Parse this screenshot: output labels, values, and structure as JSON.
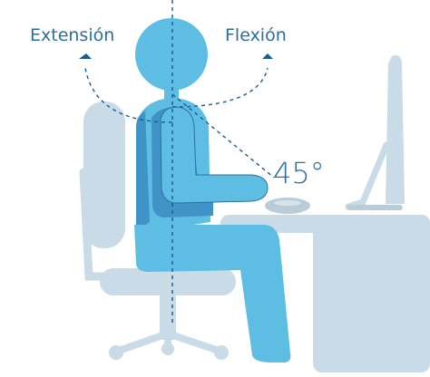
{
  "labels": {
    "extension": "Extensión",
    "flexion": "Flexión",
    "angle": "45°"
  },
  "colors": {
    "figure": "#5dbde3",
    "figure_shadow": "#3f93c6",
    "furniture": "#c8dbe6",
    "furniture_dark": "#b9ccd8",
    "guide_line": "#1e5b8e",
    "label_text": "#2b6f9e",
    "background": "#ffffff"
  },
  "icons": [
    "extension-arrow-icon",
    "flexion-arrow-icon"
  ]
}
